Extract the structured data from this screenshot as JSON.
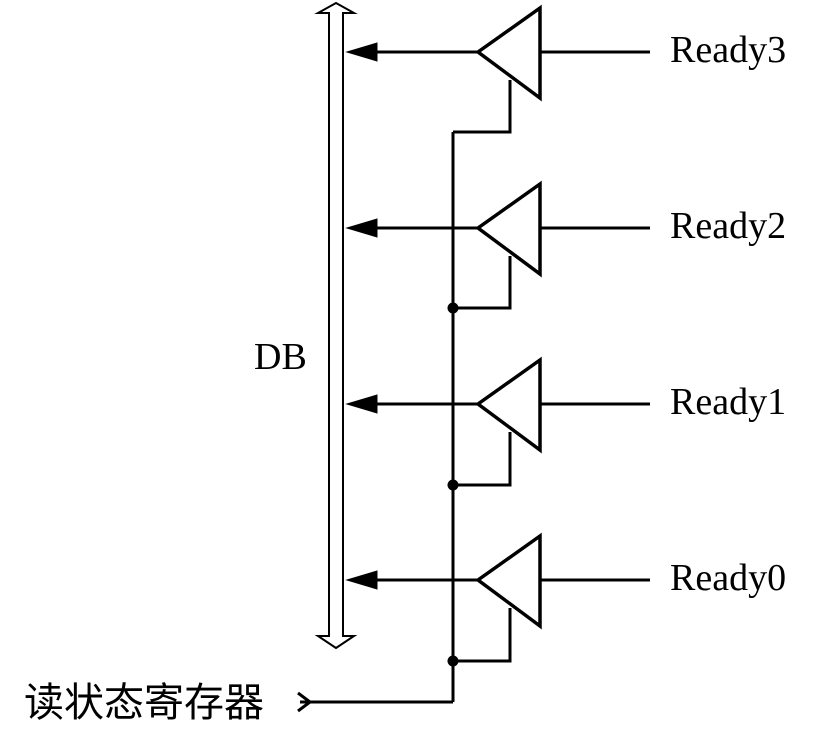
{
  "bus": {
    "label": "DB"
  },
  "control": {
    "label": "读状态寄存器"
  },
  "channels": [
    {
      "label": "Ready3"
    },
    {
      "label": "Ready2"
    },
    {
      "label": "Ready1"
    },
    {
      "label": "Ready0"
    }
  ]
}
